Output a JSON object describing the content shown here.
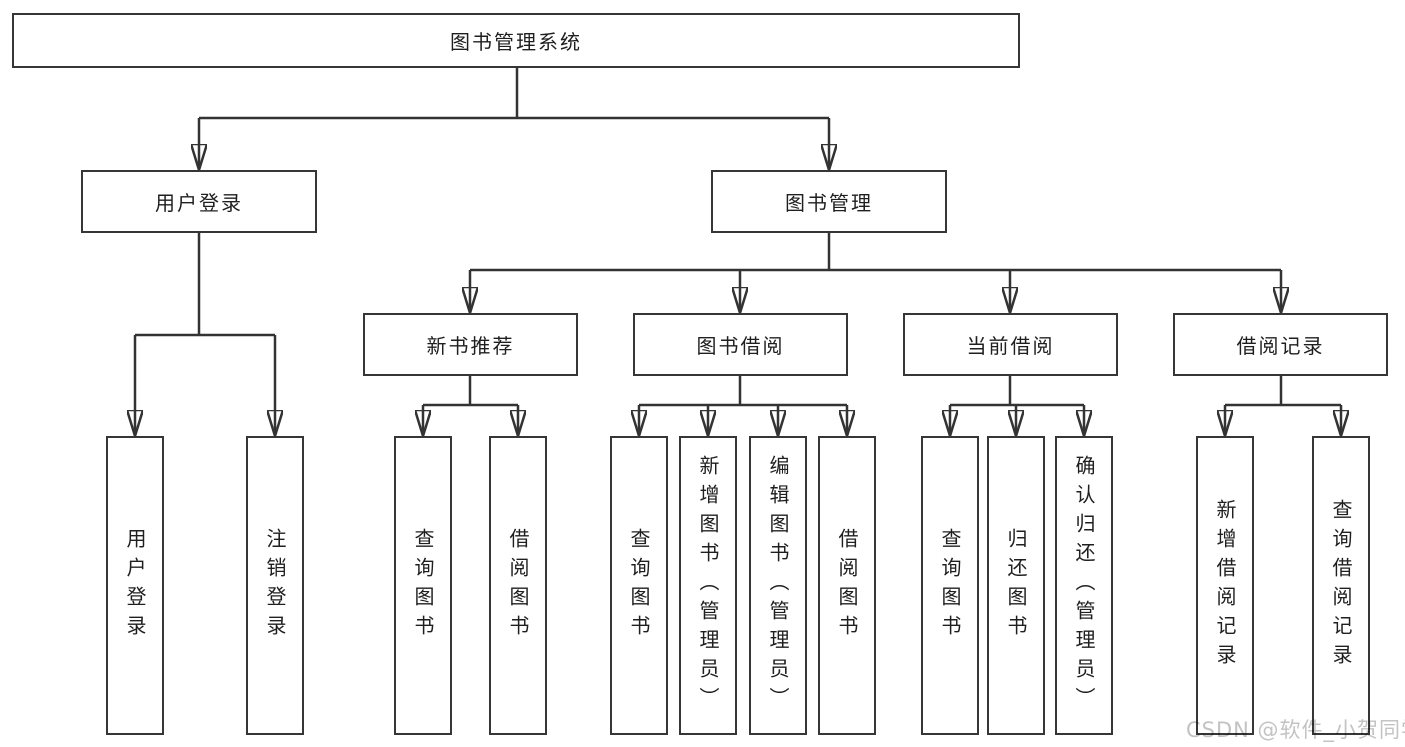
{
  "diagram": {
    "tree": {
      "label": "图书管理系统",
      "children": [
        {
          "label": "用户登录",
          "children": [
            {
              "label": "用户登录"
            },
            {
              "label": "注销登录"
            }
          ]
        },
        {
          "label": "图书管理",
          "children": [
            {
              "label": "新书推荐",
              "children": [
                {
                  "label": "查询图书"
                },
                {
                  "label": "借阅图书"
                }
              ]
            },
            {
              "label": "图书借阅",
              "children": [
                {
                  "label": "查询图书"
                },
                {
                  "label": "新增图书（管理员）"
                },
                {
                  "label": "编辑图书（管理员）"
                },
                {
                  "label": "借阅图书"
                }
              ]
            },
            {
              "label": "当前借阅",
              "children": [
                {
                  "label": "查询图书"
                },
                {
                  "label": "归还图书"
                },
                {
                  "label": "确认归还（管理员）"
                }
              ]
            },
            {
              "label": "借阅记录",
              "children": [
                {
                  "label": "新增借阅记录"
                },
                {
                  "label": "查询借阅记录"
                }
              ]
            }
          ]
        }
      ]
    },
    "colors": {
      "line": "#333333",
      "border": "#363636",
      "text": "#1f1f1f",
      "watermark": "#c3c3c3",
      "background": "#ffffff"
    }
  },
  "watermark": {
    "text": "CSDN @软件_小贺同学"
  }
}
